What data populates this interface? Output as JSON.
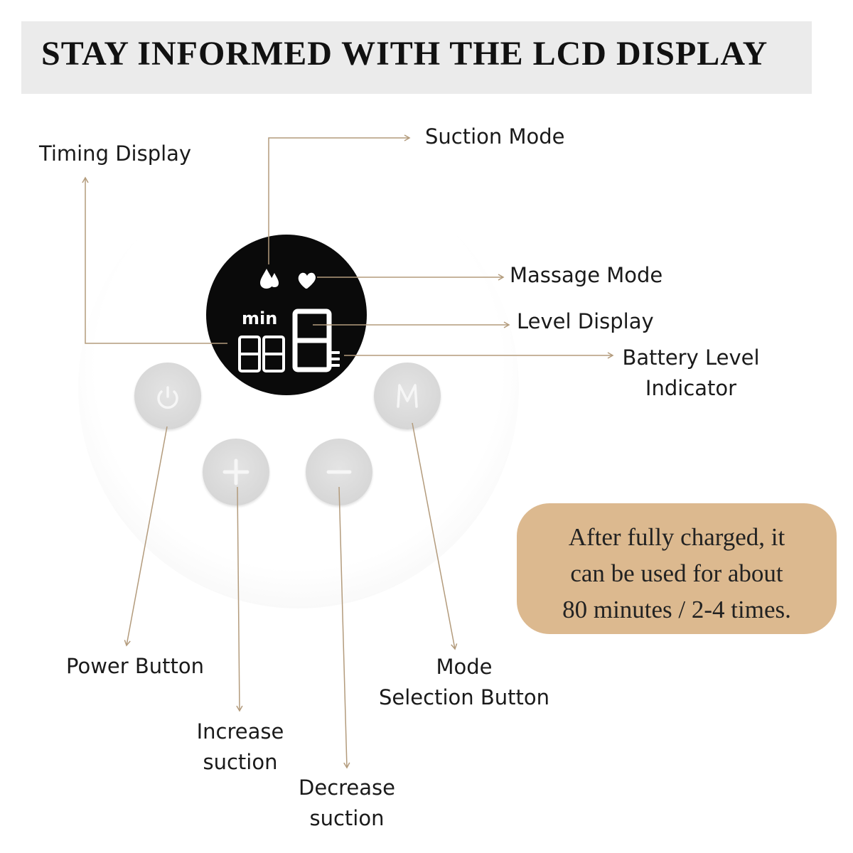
{
  "header": {
    "title": "STAY INFORMED WITH THE LCD DISPLAY"
  },
  "display": {
    "unit": "min"
  },
  "labels": {
    "timing_display": "Timing Display",
    "suction_mode": "Suction Mode",
    "massage_mode": "Massage Mode",
    "level_display": "Level Display",
    "battery_level": {
      "line1": "Battery Level",
      "line2": "Indicator"
    },
    "power_button": "Power Button",
    "increase_suction": {
      "line1": "Increase",
      "line2": "suction"
    },
    "decrease_suction": {
      "line1": "Decrease",
      "line2": "suction"
    },
    "mode_selection": {
      "line1": "Mode",
      "line2": "Selection Button"
    }
  },
  "info": {
    "line1": "After fully charged, it",
    "line2": "can be used for about",
    "line3": "80 minutes / 2-4 times."
  },
  "icons": {
    "suction": "droplets-icon",
    "massage": "heart-icon",
    "power": "power-icon",
    "increase": "plus-icon",
    "decrease": "minus-icon",
    "mode": "letter-m-icon",
    "battery": "battery-bars-icon"
  },
  "colors": {
    "banner": "#ebebeb",
    "info_box": "#dcb98f",
    "leader_lines": "#b39b7c",
    "lcd": "#0a0a0a",
    "button": "#d7d7d7"
  }
}
